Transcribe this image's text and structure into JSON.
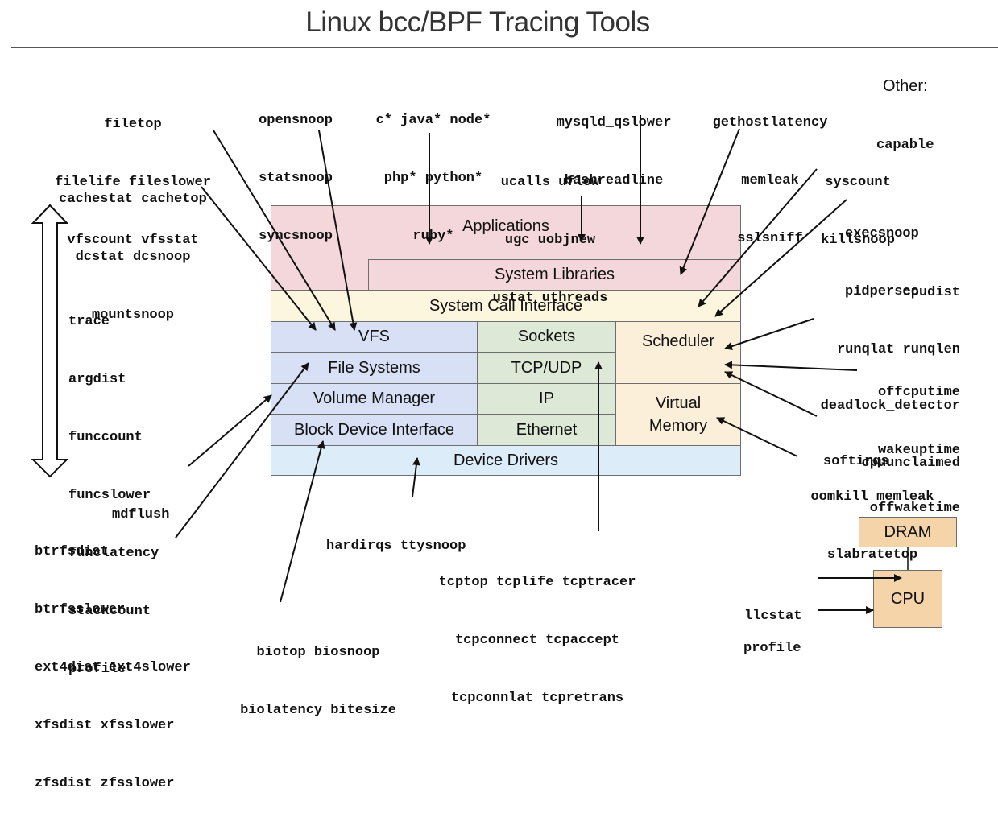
{
  "title": "Linux bcc/BPF Tracing Tools",
  "layers": {
    "applications": "Applications",
    "system_libraries": "System Libraries",
    "system_call_interface": "System Call Interface",
    "vfs": "VFS",
    "file_systems": "File Systems",
    "volume_manager": "Volume Manager",
    "block_device_interface": "Block Device Interface",
    "sockets": "Sockets",
    "tcp_udp": "TCP/UDP",
    "ip": "IP",
    "ethernet": "Ethernet",
    "scheduler": "Scheduler",
    "virtual_memory_line1": "Virtual",
    "virtual_memory_line2": "Memory",
    "device_drivers": "Device Drivers",
    "dram": "DRAM",
    "cpu": "CPU"
  },
  "other": {
    "label": "Other:",
    "tools": [
      "capable"
    ]
  },
  "tool_groups": {
    "filetop": [
      "filetop",
      "filelife fileslower",
      "vfscount vfsstat"
    ],
    "cachestat": [
      "cachestat cachetop",
      "dcstat dcsnoop",
      "mountsnoop"
    ],
    "opensnoop": [
      "opensnoop",
      "statsnoop",
      "syncsnoop"
    ],
    "languages": [
      "c* java* node*",
      "php* python*",
      "ruby*"
    ],
    "mysqld": [
      "mysqld_qslower",
      "bashreadline"
    ],
    "gethostlatency": [
      "gethostlatency",
      "memleak",
      "sslsniff"
    ],
    "ucalls": [
      "ucalls uflow",
      "ugc uobjnew",
      "ustat uthreads"
    ],
    "syscount": [
      "syscount",
      "killsnoop"
    ],
    "execsnoop": [
      "execsnoop",
      "pidpersec"
    ],
    "cpudist": [
      "cpudist",
      "runqlat runqlen",
      "deadlock_detector",
      "cpuunclaimed"
    ],
    "offcpu": [
      "offcputime",
      "wakeuptime",
      "offwaketime"
    ],
    "softirqs": [
      "softirqs"
    ],
    "oomkill": [
      "oomkill memleak",
      "slabratetop"
    ],
    "trace": [
      "trace",
      "argdist",
      "funccount",
      "funcslower",
      "funclatency",
      "stackcount",
      "profile"
    ],
    "mdflush": [
      "mdflush"
    ],
    "btrfs": [
      "btrfsdist",
      "btrfsslower",
      "ext4dist ext4slower",
      "xfsdist xfsslower",
      "zfsdist zfsslower"
    ],
    "hardirqs": [
      "hardirqs ttysnoop"
    ],
    "biotop": [
      "biotop biosnoop",
      "biolatency bitesize"
    ],
    "tcptop": [
      "tcptop tcplife tcptracer",
      "tcpconnect tcpaccept",
      "tcpconnlat tcpretrans"
    ],
    "llcstat": [
      "llcstat"
    ],
    "profile_cpu": [
      "profile"
    ]
  }
}
